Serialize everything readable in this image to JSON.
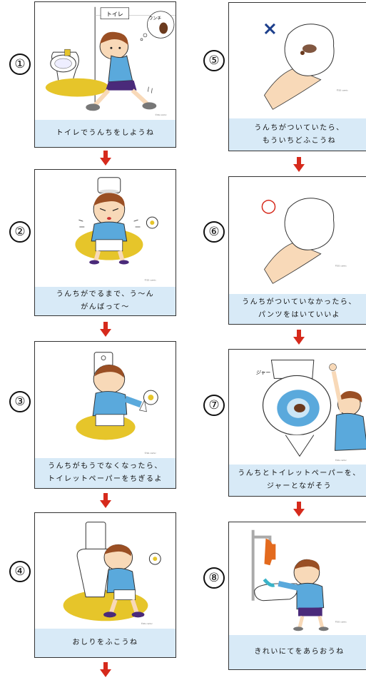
{
  "steps": [
    {
      "number": "①",
      "caption_lines": [
        "トイレでうんちをしようね"
      ],
      "sign_text": "トイレ",
      "bubble_text": "ウンチ",
      "copyright": "©SS comic"
    },
    {
      "number": "②",
      "caption_lines": [
        "うんちがでるまで、う～ん",
        "がんばって～"
      ],
      "copyright": "©SS comic"
    },
    {
      "number": "③",
      "caption_lines": [
        "うんちがもうでなくなったら、",
        "トイレットペーパーをちぎるよ"
      ],
      "copyright": "©SS comic"
    },
    {
      "number": "④",
      "caption_lines": [
        "おしりをふこうね"
      ],
      "copyright": "©SS comic"
    },
    {
      "number": "⑤",
      "caption_lines": [
        "うんちがついていたら、",
        "もういちどふこうね"
      ],
      "mark": "×",
      "copyright": "©SS comic"
    },
    {
      "number": "⑥",
      "caption_lines": [
        "うんちがついていなかったら、",
        "パンツをはいていいよ"
      ],
      "mark": "○",
      "copyright": "©SS comic"
    },
    {
      "number": "⑦",
      "caption_lines": [
        "うんちとトイレットペーパーを、",
        "ジャーとながそう"
      ],
      "sfx": "ジャー",
      "copyright": "©SS comic"
    },
    {
      "number": "⑧",
      "caption_lines": [
        "きれいにてをあらおうね"
      ],
      "copyright": "©SS comic"
    }
  ],
  "colors": {
    "arrow": "#d62a1c",
    "caption_bg": "#d8eaf7",
    "mat": "#e6c52a",
    "shirt": "#5aa9dc",
    "hair": "#9a4f24",
    "poop": "#6b3a1e",
    "wrong_mark": "#1d3f8c",
    "right_mark": "#d62a1c"
  }
}
